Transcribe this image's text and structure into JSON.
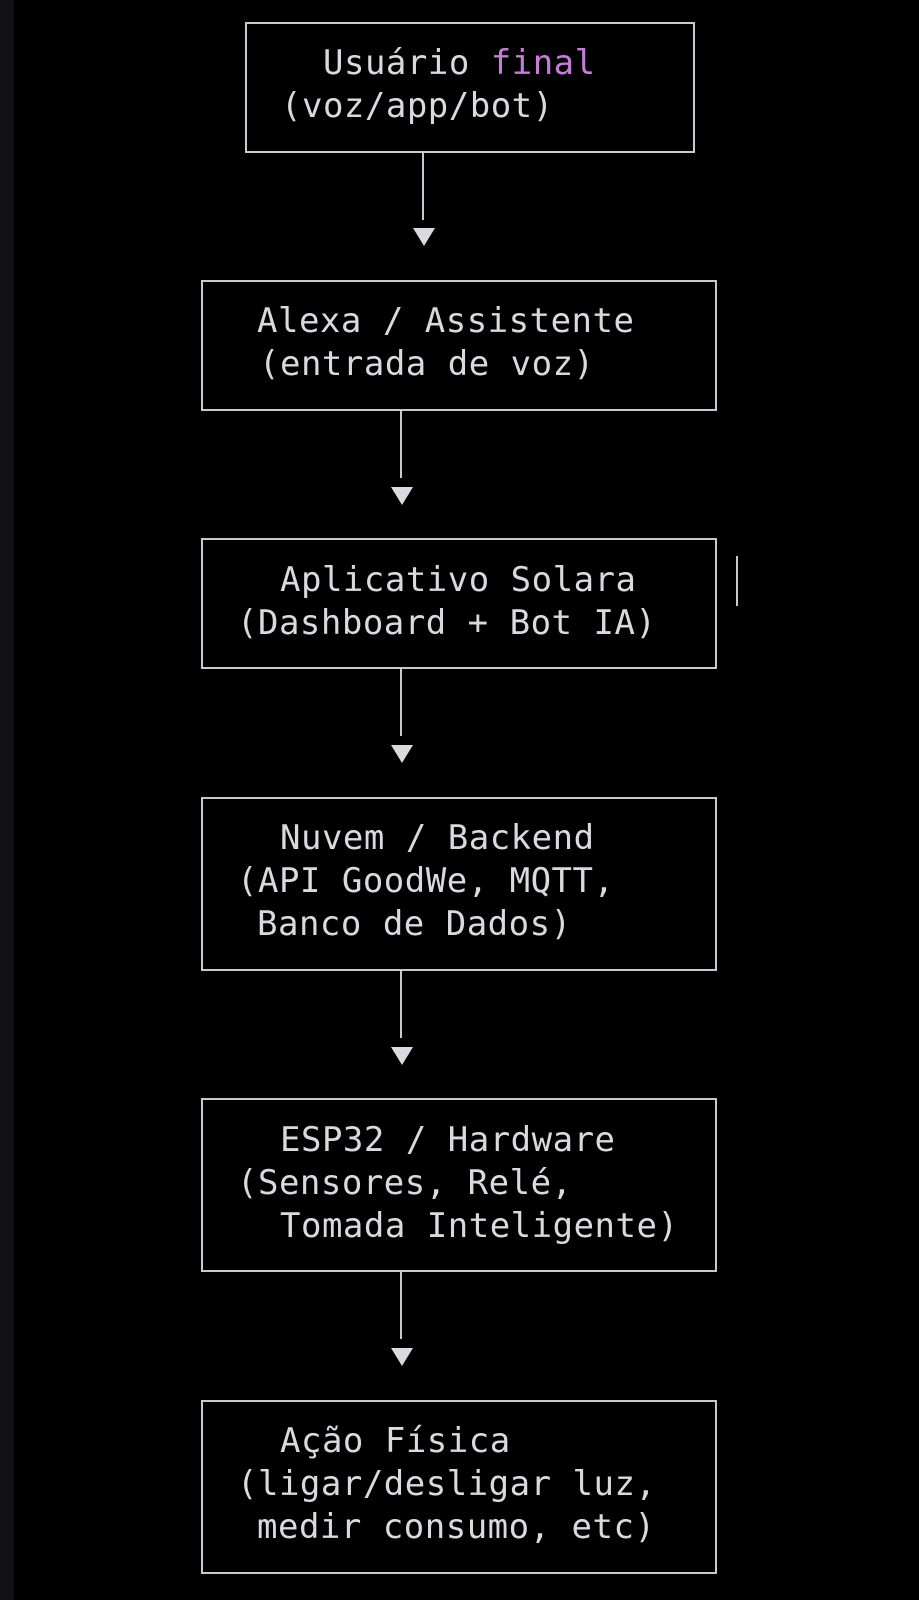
{
  "diagram": {
    "nodes": [
      {
        "id": "usuario-final",
        "lines": [
          {
            "parts": [
              {
                "text": "Usuário ",
                "highlight": false
              },
              {
                "text": "final",
                "highlight": true
              }
            ]
          },
          {
            "parts": [
              {
                "text": "(voz/app/bot)",
                "highlight": false
              }
            ]
          }
        ]
      },
      {
        "id": "alexa-assistente",
        "lines": [
          {
            "parts": [
              {
                "text": "Alexa / Assistente",
                "highlight": false
              }
            ]
          },
          {
            "parts": [
              {
                "text": "(entrada de voz)",
                "highlight": false
              }
            ]
          }
        ]
      },
      {
        "id": "aplicativo-solara",
        "lines": [
          {
            "parts": [
              {
                "text": "Aplicativo Solara",
                "highlight": false
              }
            ]
          },
          {
            "parts": [
              {
                "text": "(Dashboard + Bot IA)",
                "highlight": false
              }
            ]
          }
        ]
      },
      {
        "id": "nuvem-backend",
        "lines": [
          {
            "parts": [
              {
                "text": "Nuvem / Backend",
                "highlight": false
              }
            ]
          },
          {
            "parts": [
              {
                "text": "(API GoodWe, MQTT,",
                "highlight": false
              }
            ]
          },
          {
            "parts": [
              {
                "text": "Banco de Dados)",
                "highlight": false
              }
            ]
          }
        ]
      },
      {
        "id": "esp32-hardware",
        "lines": [
          {
            "parts": [
              {
                "text": "ESP32 / Hardware",
                "highlight": false
              }
            ]
          },
          {
            "parts": [
              {
                "text": "(Sensores, Relé,",
                "highlight": false
              }
            ]
          },
          {
            "parts": [
              {
                "text": "Tomada Inteligente)",
                "highlight": false
              }
            ]
          }
        ]
      },
      {
        "id": "acao-fisica",
        "lines": [
          {
            "parts": [
              {
                "text": "Ação Física",
                "highlight": false
              }
            ]
          },
          {
            "parts": [
              {
                "text": "(ligar/desligar luz,",
                "highlight": false
              }
            ]
          },
          {
            "parts": [
              {
                "text": "medir consumo, etc)",
                "highlight": false
              }
            ]
          }
        ]
      }
    ],
    "edges": [
      {
        "from": "usuario-final",
        "to": "alexa-assistente"
      },
      {
        "from": "alexa-assistente",
        "to": "aplicativo-solara"
      },
      {
        "from": "aplicativo-solara",
        "to": "nuvem-backend"
      },
      {
        "from": "nuvem-backend",
        "to": "esp32-hardware"
      },
      {
        "from": "esp32-hardware",
        "to": "acao-fisica"
      }
    ]
  },
  "colors": {
    "background": "#000000",
    "text": "#d9dadf",
    "highlight": "#c77dd8",
    "border": "#c8c9ce"
  }
}
